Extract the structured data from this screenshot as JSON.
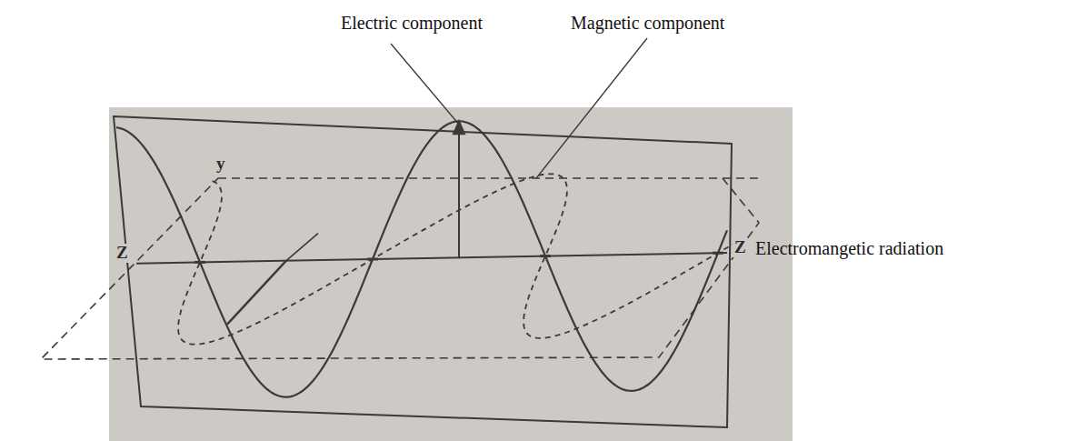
{
  "diagram": {
    "labels": [
      "Electric component",
      "Magnetic component",
      "Electromangetic radiation",
      "y",
      "Z",
      "Z"
    ]
  }
}
